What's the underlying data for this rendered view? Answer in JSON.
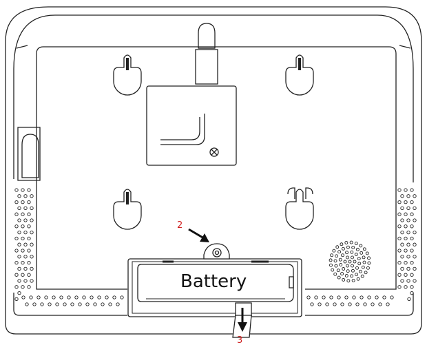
{
  "battery_label": "Battery",
  "step_screw": "2",
  "step_tab": "3",
  "colors": {
    "line": "#222222",
    "step_number": "#d02020",
    "background": "#ffffff"
  }
}
